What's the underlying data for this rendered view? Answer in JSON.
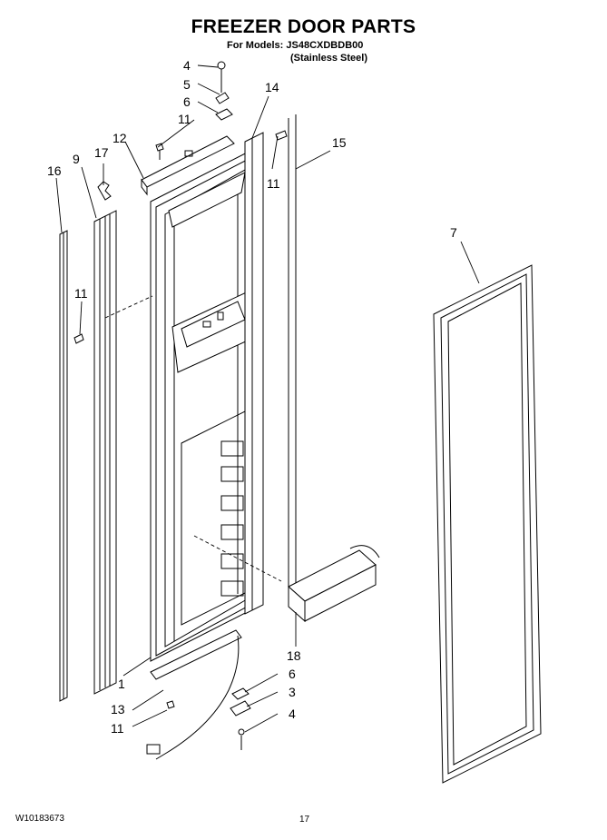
{
  "header": {
    "title": "FREEZER DOOR PARTS",
    "models_line": "For Models: JS48CXDBDB00",
    "finish_line": "(Stainless Steel)"
  },
  "footer": {
    "doc_number": "W10183673",
    "page_number": "17"
  },
  "callouts": [
    {
      "id": "c4a",
      "label": "4"
    },
    {
      "id": "c5",
      "label": "5"
    },
    {
      "id": "c6a",
      "label": "6"
    },
    {
      "id": "c11a",
      "label": "11"
    },
    {
      "id": "c12",
      "label": "12"
    },
    {
      "id": "c14",
      "label": "14"
    },
    {
      "id": "c9",
      "label": "9"
    },
    {
      "id": "c17",
      "label": "17"
    },
    {
      "id": "c16",
      "label": "16"
    },
    {
      "id": "c11b",
      "label": "11"
    },
    {
      "id": "c15",
      "label": "15"
    },
    {
      "id": "c7",
      "label": "7"
    },
    {
      "id": "c11c",
      "label": "11"
    },
    {
      "id": "c18",
      "label": "18"
    },
    {
      "id": "c1",
      "label": "1"
    },
    {
      "id": "c6b",
      "label": "6"
    },
    {
      "id": "c3",
      "label": "3"
    },
    {
      "id": "c13",
      "label": "13"
    },
    {
      "id": "c4b",
      "label": "4"
    },
    {
      "id": "c11d",
      "label": "11"
    }
  ]
}
